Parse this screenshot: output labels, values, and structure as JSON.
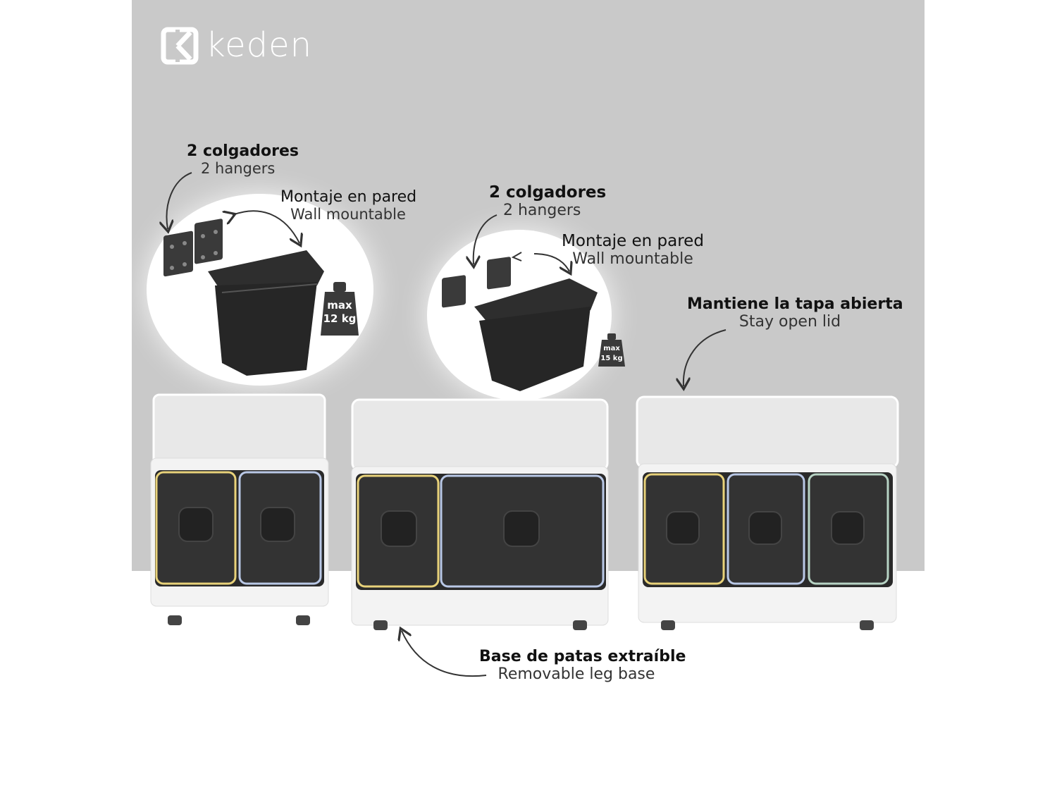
{
  "brand": {
    "name": "keden"
  },
  "features": {
    "hangers_left": {
      "es": "2 colgadores",
      "en": "2 hangers"
    },
    "wall_left": {
      "es": "Montaje en pared",
      "en": "Wall mountable"
    },
    "weight_left": {
      "top": "max",
      "bottom": "12 kg"
    },
    "hangers_mid": {
      "es": "2 colgadores",
      "en": "2 hangers"
    },
    "wall_mid": {
      "es": "Montaje en pared",
      "en": "Wall mountable"
    },
    "weight_mid": {
      "top": "max",
      "bottom": "15 kg"
    },
    "stay_open": {
      "es": "Mantiene la tapa abierta",
      "en": "Stay open lid"
    },
    "leg_base": {
      "es": "Base de patas extraíble",
      "en": "Removable leg base"
    }
  },
  "colors": {
    "panel_bg": "#c9c9c9",
    "bin_body": "#f2f2f2",
    "lid_dark": "#2a2a2a",
    "accent_yellow": "#e8d27a",
    "accent_blue": "#b9c8e6",
    "accent_green": "#b7d3c4"
  },
  "icons": [
    "keden-logo-icon",
    "weight-icon",
    "arrow-icon"
  ]
}
